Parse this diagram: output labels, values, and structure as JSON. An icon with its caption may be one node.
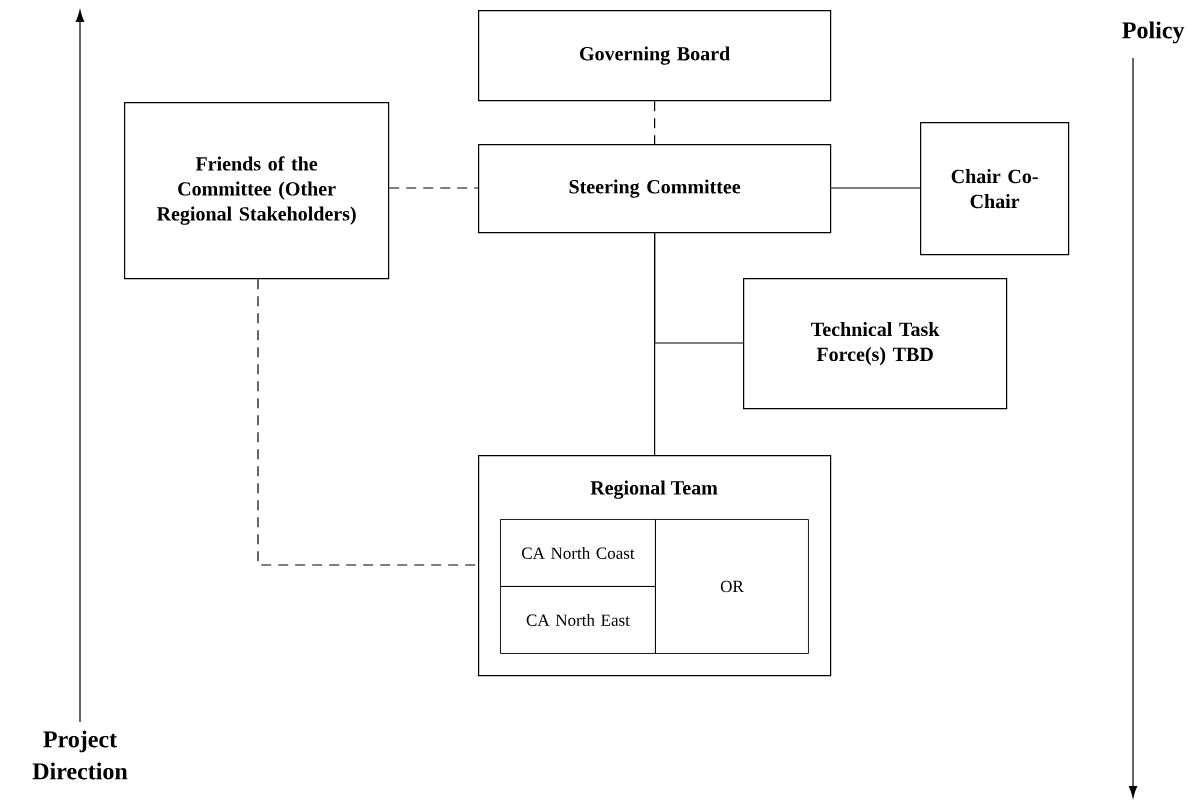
{
  "diagram": {
    "nodes": [
      {
        "text": [
          "Governing Board"
        ]
      },
      {
        "text": [
          "Friends of the Committee (Other Regional Stakeholders)"
        ]
      },
      {
        "text": [
          "Steering Committee"
        ]
      },
      {
        "text": [
          "Chair Co-Chair"
        ]
      },
      {
        "text": [
          "Technical Task Force(s) TBD"
        ]
      },
      {
        "text": [
          "Regional Team"
        ]
      },
      {
        "text": [
          "CA North Coast"
        ],
        "in": 5
      },
      {
        "text": [
          "CA North East"
        ],
        "in": 5
      },
      {
        "text": [
          "OR"
        ],
        "in": 5
      }
    ],
    "edges": [
      {
        "from": 0,
        "to": 2,
        "arrow": "none",
        "style": "dashed"
      },
      {
        "from": 1,
        "to": 2,
        "arrow": "none",
        "style": "dashed"
      },
      {
        "from": 2,
        "to": 3,
        "arrow": "none"
      },
      {
        "from": 2,
        "to": 5,
        "arrow": "none"
      },
      {
        "from": 4,
        "to": 2,
        "arrow": "none"
      },
      {
        "from": 1,
        "to": 5,
        "arrow": "none",
        "style": "dashed"
      }
    ],
    "labels": [
      "Policy",
      "Project Direction"
    ]
  }
}
